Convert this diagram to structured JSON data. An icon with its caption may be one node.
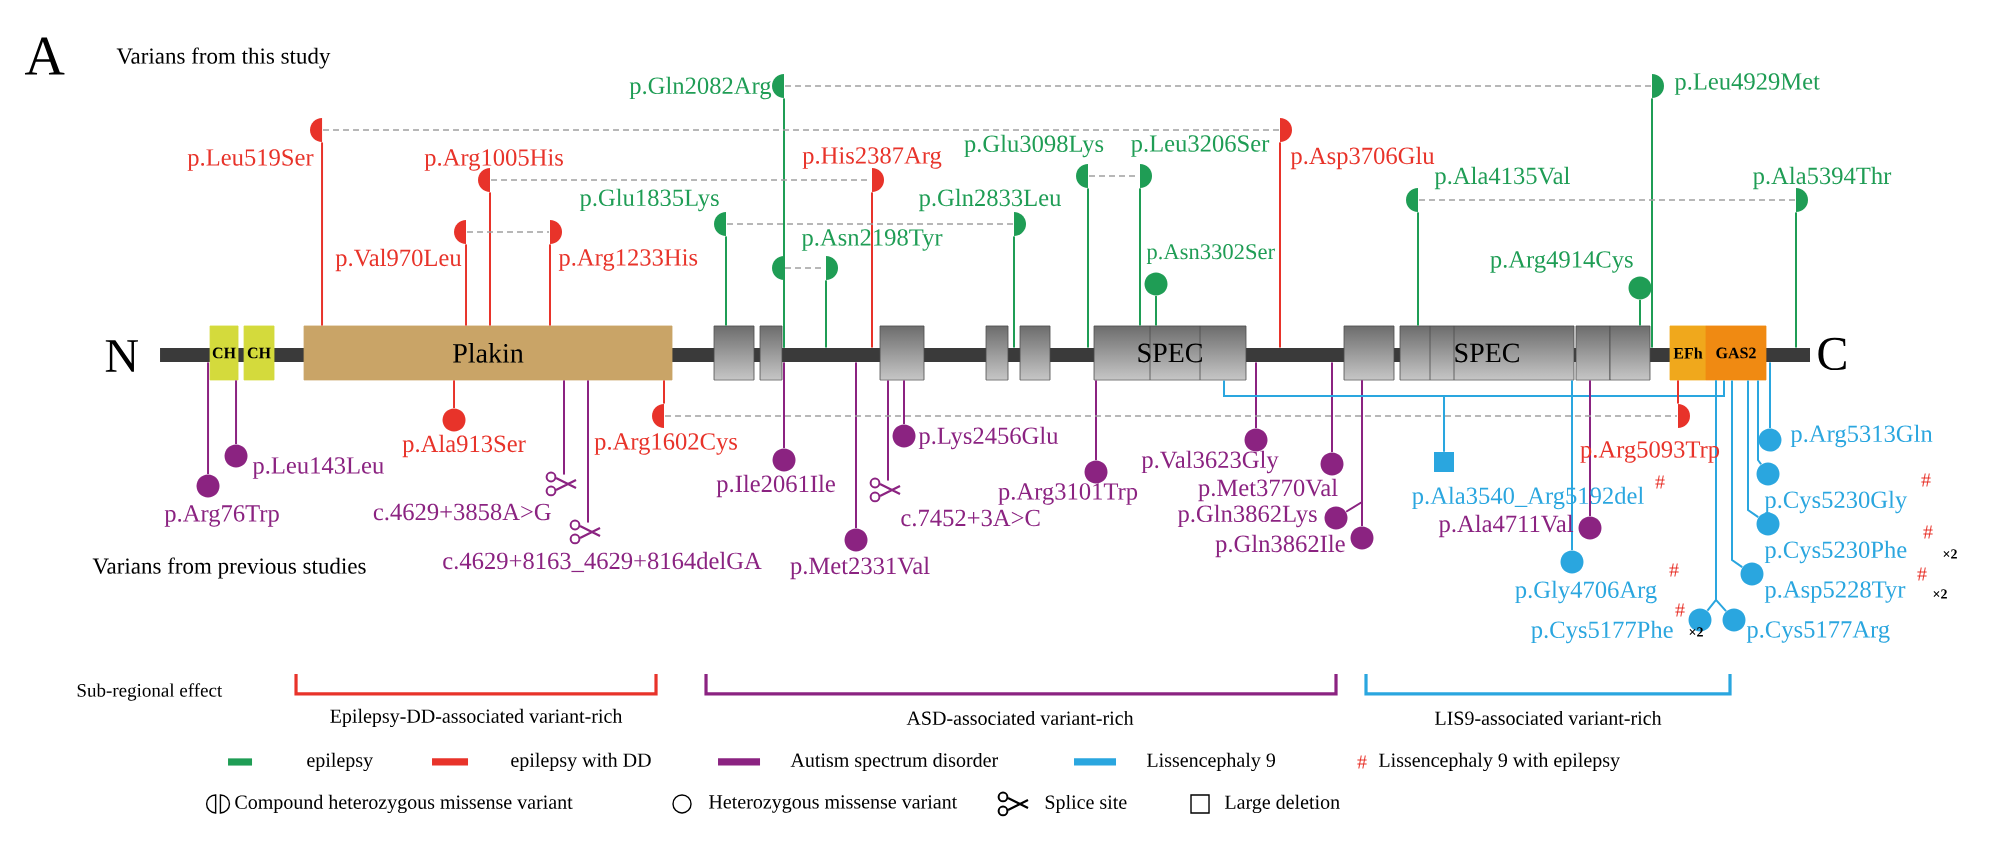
{
  "diagram": {
    "nodes": [
      {
        "text": [],
        "shape": "bar"
      },
      {
        "text": [
          "CH"
        ]
      },
      {
        "text": [
          "CH"
        ]
      },
      {
        "text": [
          "Plakin"
        ]
      },
      {
        "text": [],
        "shape": "box"
      },
      {
        "text": [],
        "shape": "box"
      },
      {
        "text": [],
        "shape": "box"
      },
      {
        "text": [],
        "shape": "box"
      },
      {
        "text": [],
        "shape": "box"
      },
      {
        "text": [
          "SPEC"
        ]
      },
      {
        "text": [],
        "shape": "box"
      },
      {
        "text": [
          "SPEC"
        ]
      },
      {
        "text": [],
        "shape": "box"
      },
      {
        "text": [],
        "shape": "box"
      },
      {
        "text": [
          "EFh"
        ]
      },
      {
        "text": [
          "GAS2"
        ]
      },
      {
        "text": [],
        "shape": "semicircle",
        "beside": [
          "p.Leu519Ser"
        ]
      },
      {
        "text": [],
        "shape": "semicircle",
        "beside": [
          "p.Val970Leu"
        ]
      },
      {
        "text": [],
        "shape": "semicircle",
        "beside": [
          "p.Arg1005His"
        ]
      },
      {
        "text": [],
        "shape": "semicircle",
        "beside": [
          "p.Arg1233His"
        ]
      },
      {
        "text": [],
        "shape": "semicircle",
        "beside": [
          "p.Glu1835Lys"
        ]
      },
      {
        "text": [],
        "shape": "semicircle",
        "beside": [
          "p.Gln2082Arg"
        ]
      },
      {
        "text": [],
        "shape": "semicircle"
      },
      {
        "text": [],
        "shape": "semicircle",
        "beside": [
          "p.Asn2198Tyr"
        ]
      },
      {
        "text": [],
        "shape": "semicircle",
        "beside": [
          "p.His2387Arg"
        ]
      },
      {
        "text": [],
        "shape": "semicircle",
        "beside": [
          "p.Gln2833Leu"
        ]
      },
      {
        "text": [],
        "shape": "semicircle",
        "beside": [
          "p.Glu3098Lys"
        ]
      },
      {
        "text": [],
        "shape": "semicircle",
        "beside": [
          "p.Leu3206Ser"
        ]
      },
      {
        "text": [],
        "shape": "circle",
        "beside": [
          "p.Asn3302Ser"
        ]
      },
      {
        "text": [],
        "shape": "semicircle",
        "beside": [
          "p.Asp3706Glu"
        ]
      },
      {
        "text": [],
        "shape": "semicircle",
        "beside": [
          "p.Ala4135Val"
        ]
      },
      {
        "text": [],
        "shape": "circle",
        "beside": [
          "p.Arg4914Cys"
        ]
      },
      {
        "text": [],
        "shape": "semicircle",
        "beside": [
          "p.Leu4929Met"
        ]
      },
      {
        "text": [],
        "shape": "semicircle",
        "beside": [
          "p.Ala5394Thr"
        ]
      },
      {
        "text": [],
        "shape": "circle",
        "beside": [
          "p.Arg76Trp"
        ]
      },
      {
        "text": [],
        "shape": "circle",
        "beside": [
          "p.Leu143Leu"
        ]
      },
      {
        "text": [],
        "shape": "circle",
        "beside": [
          "p.Ala913Ser"
        ]
      },
      {
        "text": [],
        "shape": "scissors",
        "beside": [
          "c.4629+3858A>G"
        ]
      },
      {
        "text": [],
        "shape": "scissors",
        "beside": [
          "c.4629+8163_4629+8164delGA"
        ]
      },
      {
        "text": [],
        "shape": "semicircle",
        "beside": [
          "p.Arg1602Cys"
        ]
      },
      {
        "text": [],
        "shape": "circle",
        "beside": [
          "p.Ile2061Ile"
        ]
      },
      {
        "text": [],
        "shape": "circle",
        "beside": [
          "p.Met2331Val"
        ]
      },
      {
        "text": [],
        "shape": "scissors",
        "beside": [
          "c.7452+3A>C"
        ]
      },
      {
        "text": [],
        "shape": "circle",
        "beside": [
          "p.Lys2456Glu"
        ]
      },
      {
        "text": [],
        "shape": "circle",
        "beside": [
          "p.Arg3101Trp"
        ]
      },
      {
        "text": [],
        "shape": "circle",
        "beside": [
          "p.Val3623Gly"
        ]
      },
      {
        "text": [],
        "shape": "circle",
        "beside": [
          "p.Met3770Val"
        ]
      },
      {
        "text": [],
        "shape": "circle",
        "beside": [
          "p.Gln3862Lys"
        ]
      },
      {
        "text": [],
        "shape": "circle",
        "beside": [
          "p.Gln3862Ile"
        ]
      },
      {
        "text": [],
        "shape": "box",
        "beside": [
          "p.Ala3540_Arg5192del",
          "#"
        ]
      },
      {
        "text": [],
        "shape": "circle",
        "beside": [
          "p.Ala4711Val"
        ]
      },
      {
        "text": [],
        "shape": "circle",
        "beside": [
          "p.Gly4706Arg",
          "#"
        ]
      },
      {
        "text": [],
        "shape": "semicircle",
        "beside": [
          "p.Arg5093Trp"
        ]
      },
      {
        "text": [],
        "shape": "circle",
        "beside": [
          "p.Cys5177Phe",
          "#",
          "×2"
        ]
      },
      {
        "text": [],
        "shape": "circle",
        "beside": [
          "p.Cys5177Arg"
        ]
      },
      {
        "text": [],
        "shape": "circle",
        "beside": [
          "p.Asp5228Tyr",
          "#",
          "×2"
        ]
      },
      {
        "text": [],
        "shape": "circle",
        "beside": [
          "p.Cys5230Phe",
          "#",
          "×2"
        ]
      },
      {
        "text": [],
        "shape": "circle",
        "beside": [
          "p.Cys5230Gly",
          "#"
        ]
      },
      {
        "text": [],
        "shape": "circle",
        "beside": [
          "p.Arg5313Gln"
        ]
      }
    ],
    "edges": [
      {
        "from": 16,
        "to": 3,
        "arrow": "none",
        "color": "#e8332a"
      },
      {
        "from": 17,
        "to": 3,
        "arrow": "none",
        "color": "#e8332a"
      },
      {
        "from": 18,
        "to": 3,
        "arrow": "none",
        "color": "#e8332a"
      },
      {
        "from": 19,
        "to": 3,
        "arrow": "none",
        "color": "#e8332a"
      },
      {
        "from": 20,
        "to": 4,
        "arrow": "none",
        "color": "#1f9d55"
      },
      {
        "from": 21,
        "to": 0,
        "arrow": "none",
        "color": "#1f9d55"
      },
      {
        "from": 22,
        "to": 0,
        "arrow": "none",
        "color": "#1f9d55"
      },
      {
        "from": 23,
        "to": 0,
        "arrow": "none",
        "color": "#1f9d55"
      },
      {
        "from": 24,
        "to": 0,
        "arrow": "none",
        "color": "#e8332a"
      },
      {
        "from": 25,
        "to": 0,
        "arrow": "none",
        "color": "#1f9d55"
      },
      {
        "from": 26,
        "to": 0,
        "arrow": "none",
        "color": "#1f9d55"
      },
      {
        "from": 27,
        "to": 9,
        "arrow": "none",
        "color": "#1f9d55"
      },
      {
        "from": 28,
        "to": 9,
        "arrow": "none",
        "color": "#1f9d55"
      },
      {
        "from": 29,
        "to": 0,
        "arrow": "none",
        "color": "#e8332a"
      },
      {
        "from": 30,
        "to": 11,
        "arrow": "none",
        "color": "#1f9d55"
      },
      {
        "from": 31,
        "to": 13,
        "arrow": "none",
        "color": "#1f9d55"
      },
      {
        "from": 32,
        "to": 0,
        "arrow": "none",
        "color": "#1f9d55"
      },
      {
        "from": 33,
        "to": 0,
        "arrow": "none",
        "color": "#1f9d55"
      },
      {
        "from": 34,
        "to": 0,
        "arrow": "none",
        "color": "#8b2381"
      },
      {
        "from": 35,
        "to": 1,
        "arrow": "none",
        "color": "#8b2381"
      },
      {
        "from": 36,
        "to": 3,
        "arrow": "none",
        "color": "#e8332a"
      },
      {
        "from": 37,
        "to": 3,
        "arrow": "none",
        "color": "#8b2381"
      },
      {
        "from": 38,
        "to": 3,
        "arrow": "none",
        "color": "#8b2381"
      },
      {
        "from": 39,
        "to": 3,
        "arrow": "none",
        "color": "#e8332a"
      },
      {
        "from": 40,
        "to": 0,
        "arrow": "none",
        "color": "#8b2381"
      },
      {
        "from": 41,
        "to": 0,
        "arrow": "none",
        "color": "#8b2381"
      },
      {
        "from": 42,
        "to": 6,
        "arrow": "none",
        "color": "#8b2381"
      },
      {
        "from": 43,
        "to": 6,
        "arrow": "none",
        "color": "#8b2381"
      },
      {
        "from": 44,
        "to": 9,
        "arrow": "none",
        "color": "#8b2381"
      },
      {
        "from": 45,
        "to": 0,
        "arrow": "none",
        "color": "#8b2381"
      },
      {
        "from": 46,
        "to": 0,
        "arrow": "none",
        "color": "#8b2381"
      },
      {
        "from": 47,
        "to": 10,
        "arrow": "none",
        "color": "#8b2381"
      },
      {
        "from": 48,
        "to": 10,
        "arrow": "none",
        "color": "#8b2381"
      },
      {
        "from": 49,
        "to": 9,
        "arrow": "none",
        "color": "#2aa6df"
      },
      {
        "from": 49,
        "to": 15,
        "arrow": "none",
        "color": "#2aa6df"
      },
      {
        "from": 50,
        "to": 12,
        "arrow": "none",
        "color": "#8b2381"
      },
      {
        "from": 51,
        "to": 11,
        "arrow": "none",
        "color": "#2aa6df"
      },
      {
        "from": 52,
        "to": 14,
        "arrow": "none",
        "color": "#e8332a"
      },
      {
        "from": 53,
        "to": 15,
        "arrow": "none",
        "color": "#2aa6df"
      },
      {
        "from": 54,
        "to": 15,
        "arrow": "none",
        "color": "#2aa6df"
      },
      {
        "from": 55,
        "to": 15,
        "arrow": "none",
        "color": "#2aa6df"
      },
      {
        "from": 56,
        "to": 15,
        "arrow": "none",
        "color": "#2aa6df"
      },
      {
        "from": 57,
        "to": 15,
        "arrow": "none",
        "color": "#2aa6df"
      },
      {
        "from": 58,
        "to": 0,
        "arrow": "none",
        "color": "#2aa6df"
      },
      {
        "from": 16,
        "to": 29,
        "arrow": "none",
        "style": "dashed",
        "color": "#a0a0a0"
      },
      {
        "from": 17,
        "to": 19,
        "arrow": "none",
        "style": "dashed",
        "color": "#a0a0a0"
      },
      {
        "from": 18,
        "to": 24,
        "arrow": "none",
        "style": "dashed",
        "color": "#a0a0a0"
      },
      {
        "from": 20,
        "to": 25,
        "arrow": "none",
        "style": "dashed",
        "color": "#a0a0a0"
      },
      {
        "from": 21,
        "to": 32,
        "arrow": "none",
        "style": "dashed",
        "color": "#a0a0a0"
      },
      {
        "from": 22,
        "to": 23,
        "arrow": "none",
        "style": "dashed",
        "color": "#a0a0a0"
      },
      {
        "from": 26,
        "to": 27,
        "arrow": "none",
        "style": "dashed",
        "color": "#a0a0a0"
      },
      {
        "from": 30,
        "to": 33,
        "arrow": "none",
        "style": "dashed",
        "color": "#a0a0a0"
      },
      {
        "from": 39,
        "to": 52,
        "arrow": "none",
        "style": "dashed",
        "color": "#a0a0a0"
      }
    ],
    "labels": [
      "A",
      "Varians from this study",
      "N",
      "C",
      "Varians from previous studies",
      "Sub-regional effect",
      "Epilepsy-DD-associated variant-rich",
      "ASD-associated variant-rich",
      "LIS9-associated variant-rich",
      "#"
    ],
    "legend": [
      {
        "text": "epilepsy",
        "color": "#1f9d55"
      },
      {
        "text": "epilepsy with DD",
        "color": "#e8332a"
      },
      {
        "text": "Autism spectrum disorder",
        "color": "#8b2381"
      },
      {
        "text": "Lissencephaly 9",
        "color": "#2aa6df"
      },
      {
        "text": "Lissencephaly 9 with epilepsy"
      },
      {
        "text": "Compound heterozygous missense variant"
      },
      {
        "text": "Heterozygous missense variant"
      },
      {
        "text": "Splice site"
      },
      {
        "text": "Large deletion"
      }
    ]
  }
}
